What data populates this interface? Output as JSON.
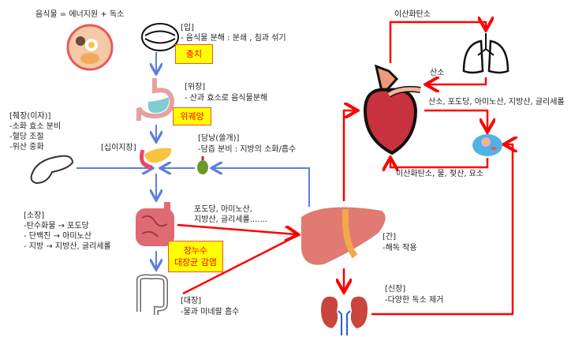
{
  "title": "음식물 = 에너지원 + 독소",
  "mouth": {
    "label": "[입]",
    "desc": "- 음식물 분해 : 분쇄 , 침과 섞기",
    "issue": "충치"
  },
  "stomach": {
    "label": "[위장]",
    "desc": "- 산과 효소로 음식물분해",
    "issue": "위궤양"
  },
  "pancreas": {
    "label": "[췌장(이자)]",
    "lines": [
      "-소화 효소 분비",
      "-혈당 조절",
      "-위산 중화"
    ]
  },
  "duodenum": {
    "label": "[십이지장]"
  },
  "gallbladder": {
    "label": "[담낭(쓸개)]",
    "desc": "-담즙 분비 : 지방의 소화/흡수"
  },
  "small_intestine": {
    "label": "[소장]",
    "lines": [
      "-탄수화물 → 포도당",
      "- 단백진 → 아미노산",
      "- 지방 → 지방산, 글리세롤"
    ],
    "issue_lines": [
      "장누수",
      "대장균 감염"
    ]
  },
  "absorbed": {
    "lines": [
      "포도당, 아미노산,",
      "지방산, 글리세롤......."
    ]
  },
  "large_intestine": {
    "label": "[대장]",
    "desc": "-물과 미네랄 흡수"
  },
  "liver": {
    "label": "[간]",
    "desc": "-해독 작용"
  },
  "kidney": {
    "label": "[신장]",
    "desc": "-다양한 독소 제거"
  },
  "circulation": {
    "co2_to_lungs": "이산화탄소",
    "oxygen": "산소",
    "to_cells": "산소, 포도당, 아미노산, 지방산, 글리세롤",
    "from_cells": "이산화탄소, 물, 젖산, 요소"
  },
  "colors": {
    "digest_arrow": "#5b7fde",
    "blood_arrow": "#ff0000",
    "issue_bg": "#ffff00"
  }
}
